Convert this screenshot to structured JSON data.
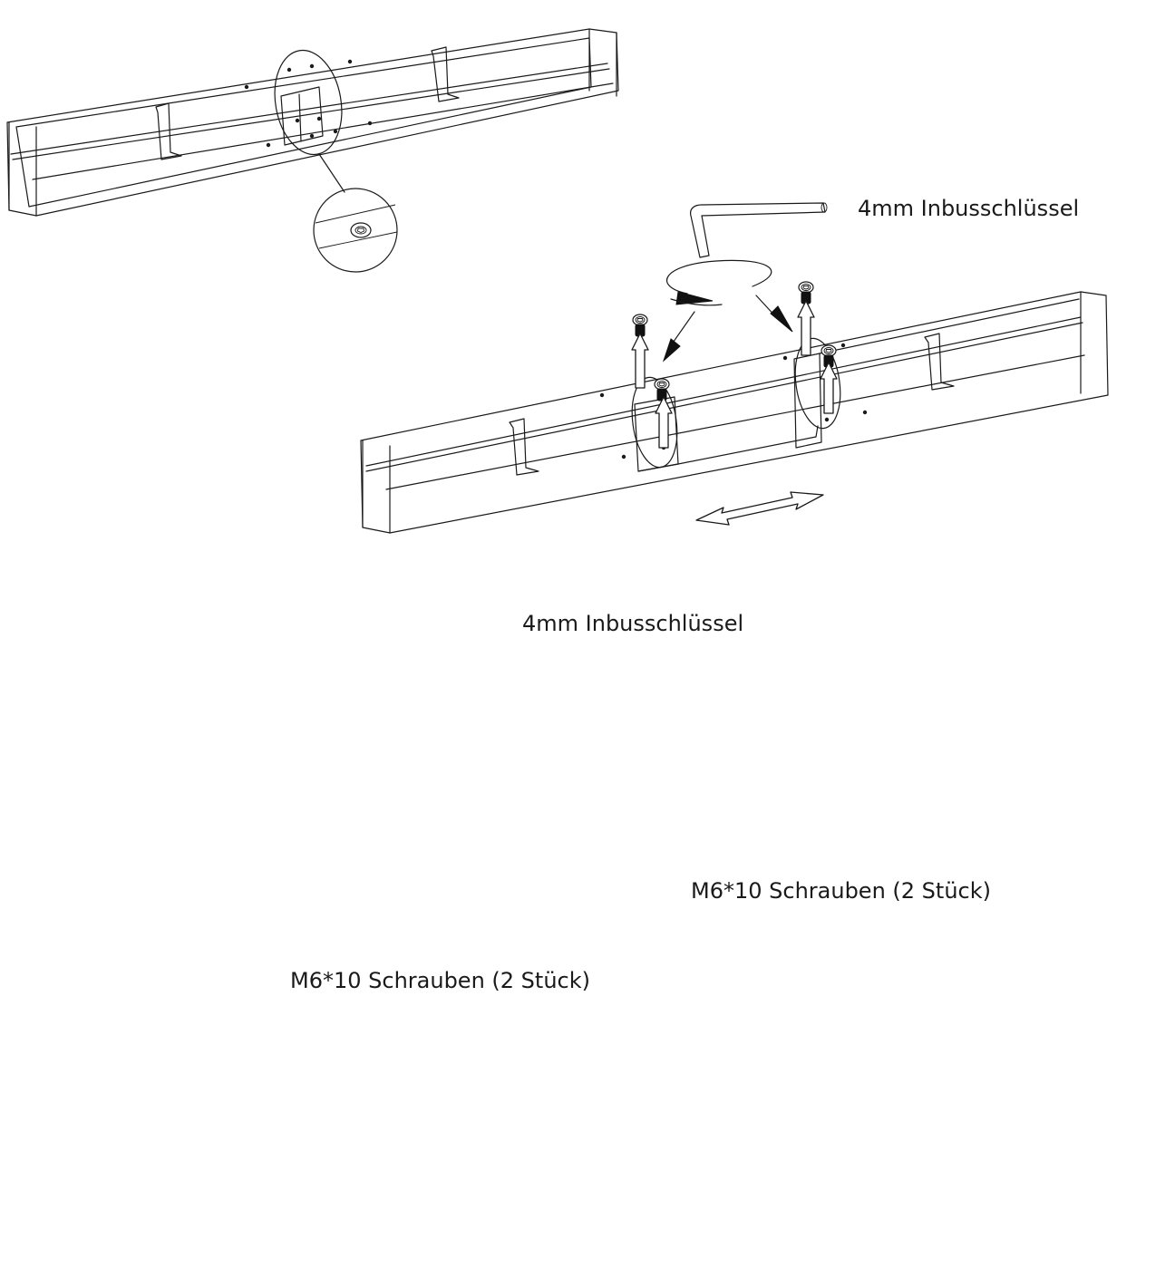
{
  "labels": {
    "step2_tool": "4mm Inbusschlüssel",
    "step3_tool": "4mm Inbusschlüssel",
    "step3_screws_right": "M6*10 Schrauben (2 Stück)",
    "step3_screws_left": "M6*10 Schrauben (2 Stück)"
  }
}
